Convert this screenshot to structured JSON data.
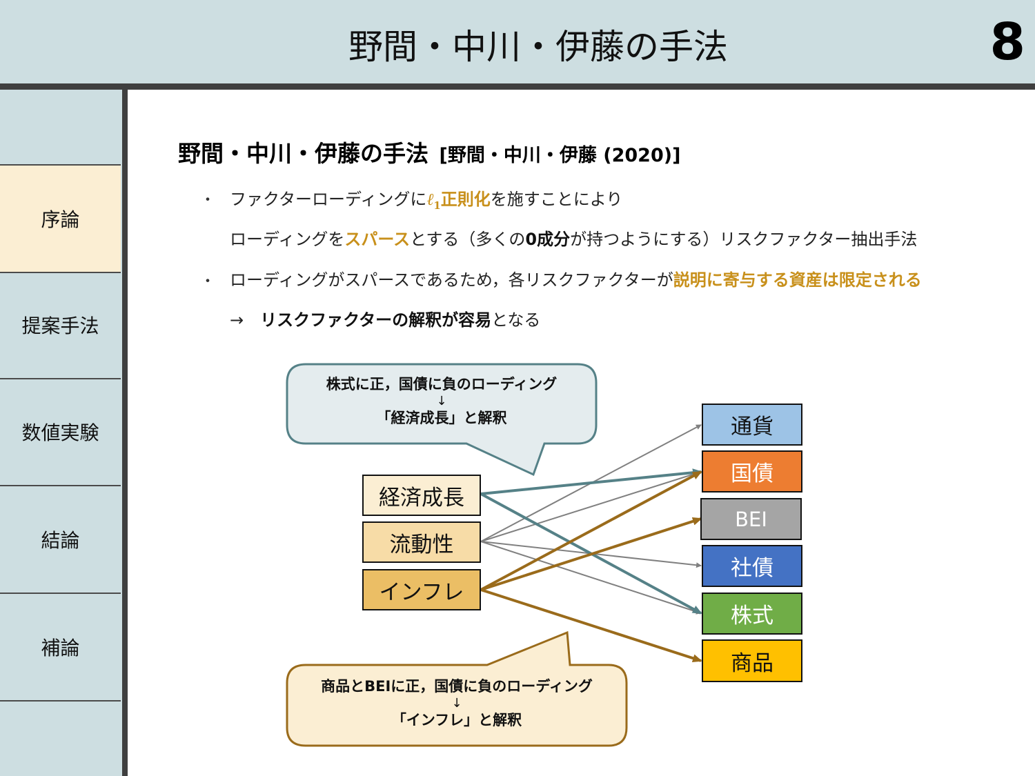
{
  "header": {
    "title": "野間・中川・伊藤の手法",
    "slide_number": "8"
  },
  "sidebar": {
    "items": [
      {
        "label": "序論",
        "active": true
      },
      {
        "label": "提案手法",
        "active": false
      },
      {
        "label": "数値実験",
        "active": false
      },
      {
        "label": "結論",
        "active": false
      },
      {
        "label": "補論",
        "active": false
      }
    ]
  },
  "content": {
    "title": "野間・中川・伊藤の手法",
    "citation": "[野間・中川・伊藤 (2020)]",
    "bullet_symbol": "・",
    "bullet1": {
      "l1_pre": "ファクターローディングに",
      "l1_ell": "ℓ",
      "l1_sub": "1",
      "l1_emph": "正則化",
      "l1_post": "を施すことにより",
      "l2_pre": "ローディングを",
      "l2_emph": "スパース",
      "l2_mid": "とする（多くの",
      "l2_bold": "0成分",
      "l2_post": "が持つようにする）リスクファクター抽出手法"
    },
    "bullet2": {
      "l1_pre": "ローディングがスパースであるため，各リスクファクターが",
      "l1_emph": "説明に寄与する資産は限定される",
      "arrow": "→",
      "l2_bold": "リスクファクターの解釈が容易",
      "l2_post": "となる"
    }
  },
  "diagram": {
    "factors": [
      {
        "label": "経済成長",
        "color": "#fbeed3"
      },
      {
        "label": "流動性",
        "color": "#f7dca7"
      },
      {
        "label": "インフレ",
        "color": "#ebbe65"
      }
    ],
    "assets": [
      {
        "label": "通貨",
        "color": "#9dc3e6"
      },
      {
        "label": "国債",
        "color": "#ed7d31"
      },
      {
        "label": "BEI",
        "color": "#a5a5a5"
      },
      {
        "label": "社債",
        "color": "#4472c4"
      },
      {
        "label": "株式",
        "color": "#70ad47"
      },
      {
        "label": "商品",
        "color": "#ffc000"
      }
    ],
    "callout_top": {
      "line1": "株式に正，国債に負のローディング",
      "arrow": "↓",
      "line2": "「経済成長」と解釈"
    },
    "callout_bottom": {
      "line1": "商品とBEIに正，国債に負のローディング",
      "arrow": "↓",
      "line2": "「インフレ」と解釈"
    },
    "colors": {
      "growth_arrow": "#558187",
      "inflation_arrow": "#9a6b1b",
      "liquidity_arrow": "#808080"
    }
  }
}
